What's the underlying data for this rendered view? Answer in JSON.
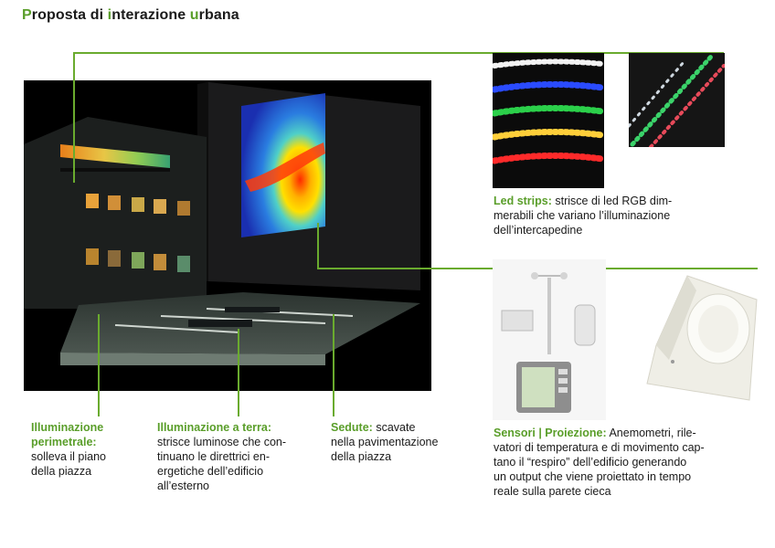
{
  "title": {
    "parts": [
      {
        "text": "P",
        "accent": true
      },
      {
        "text": "roposta di ",
        "accent": false
      },
      {
        "text": "i",
        "accent": true
      },
      {
        "text": "nterazione ",
        "accent": false
      },
      {
        "text": "u",
        "accent": true
      },
      {
        "text": "rbana",
        "accent": false
      }
    ]
  },
  "colors": {
    "accent": "#6aab2e",
    "text": "#1a1a1a"
  },
  "captions": {
    "led_strips": {
      "heading": "Led strips:",
      "lines": [
        " strisce di led RGB dim-",
        "merabili che variano l’illuminazione",
        "dell’intercapedine"
      ]
    },
    "sensori": {
      "heading": "Sensori | Proiezione:",
      "lines": [
        " Anemometri, rile-",
        "vatori di temperatura e di movimento cap-",
        "tano il “respiro” dell’edificio generando",
        "un output che viene proiettato in tempo",
        "reale sulla parete cieca"
      ]
    },
    "illuminazione_perimetrale": {
      "heading_lines": [
        "Illuminazione",
        "perimetrale:"
      ],
      "lines": [
        "solleva il piano",
        "della piazza"
      ]
    },
    "illuminazione_terra": {
      "heading": "Illuminazione a terra:",
      "lines": [
        "strisce luminose che con-",
        "tinuano le direttrici en-",
        "ergetiche dell’edificio",
        "all’esterno"
      ]
    },
    "sedute": {
      "heading": "Sedute:",
      "lines": [
        " scavate",
        "nella pavimentazione",
        "della piazza"
      ]
    }
  },
  "images": {
    "render": "night-building-render",
    "led_photo_1": "rgb-led-strips-photo",
    "led_photo_2": "led-strips-on-ground-photo",
    "weather_station": "weather-station-photo",
    "motion_sensor": "pir-motion-sensor-photo"
  }
}
